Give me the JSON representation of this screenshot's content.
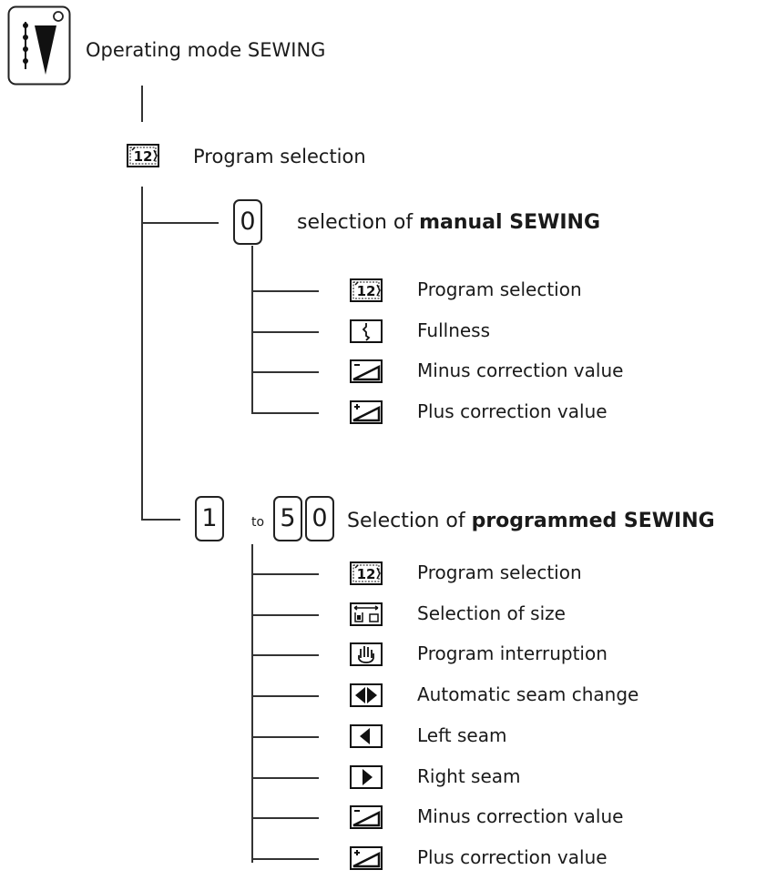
{
  "root": {
    "label": "Operating mode SEWING",
    "icon": "sewing-mode-icon"
  },
  "program_selection_top": {
    "label": "Program selection",
    "icon": "program-selection-icon"
  },
  "manual": {
    "key": "0",
    "prefix": "selection of ",
    "emph": "manual SEWING",
    "items": [
      {
        "label": "Program selection",
        "icon": "program-selection-icon"
      },
      {
        "label": "Fullness",
        "icon": "fullness-icon"
      },
      {
        "label": "Minus correction value",
        "icon": "minus-correction-icon"
      },
      {
        "label": "Plus correction value",
        "icon": "plus-correction-icon"
      }
    ]
  },
  "programmed": {
    "key_from": "1",
    "to_word": "to",
    "key_to_1": "5",
    "key_to_2": "0",
    "prefix": "Selection of ",
    "emph": "programmed SEWING",
    "items": [
      {
        "label": "Program selection",
        "icon": "program-selection-icon"
      },
      {
        "label": "Selection of size",
        "icon": "size-selection-icon"
      },
      {
        "label": "Program interruption",
        "icon": "hand-stop-icon"
      },
      {
        "label": "Automatic seam change",
        "icon": "auto-seam-change-icon"
      },
      {
        "label": "Left seam",
        "icon": "left-seam-icon"
      },
      {
        "label": "Right seam",
        "icon": "right-seam-icon"
      },
      {
        "label": "Minus correction value",
        "icon": "minus-correction-icon"
      },
      {
        "label": "Plus correction value",
        "icon": "plus-correction-icon"
      }
    ]
  }
}
